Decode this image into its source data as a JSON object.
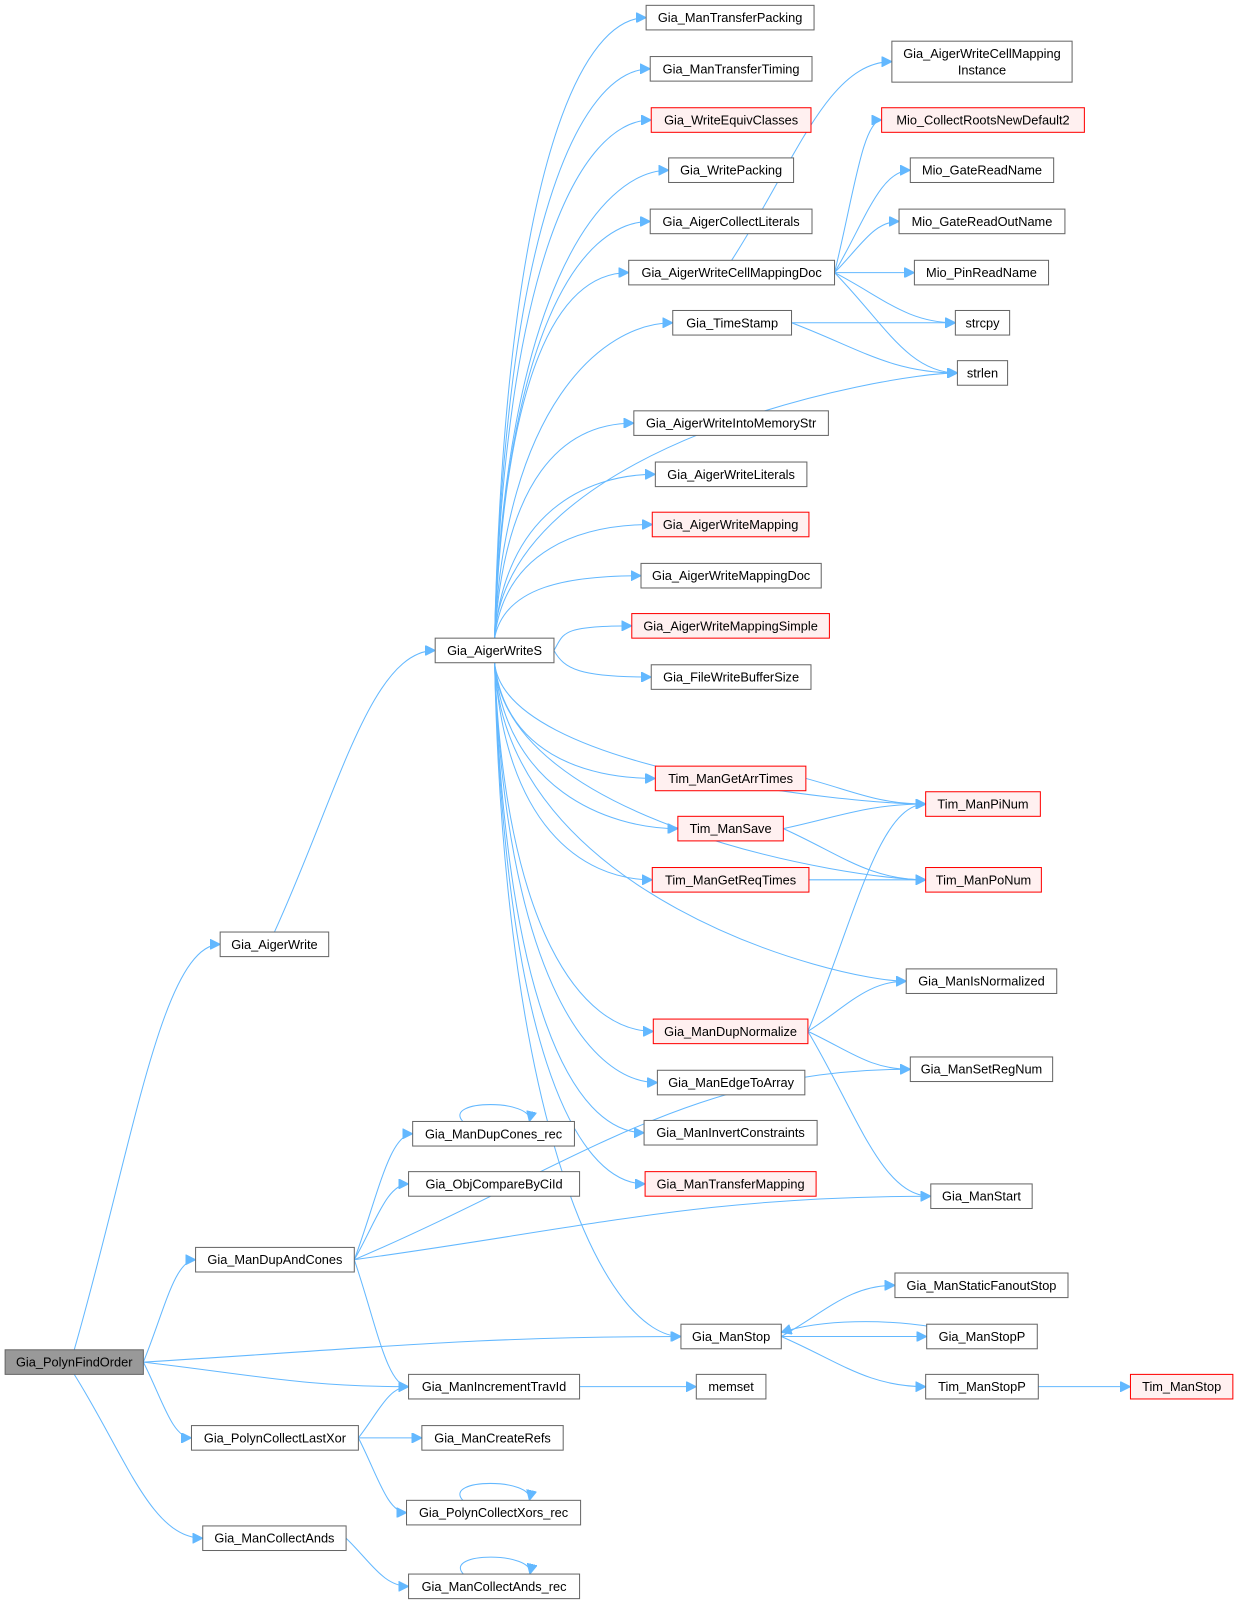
{
  "graph": {
    "nodes": {
      "polynFindOrder": {
        "label": "Gia_PolynFindOrder",
        "style": "root"
      },
      "aigerWrite": {
        "label": "Gia_AigerWrite",
        "style": "normal"
      },
      "manDupAndCones": {
        "label": "Gia_ManDupAndCones",
        "style": "normal"
      },
      "polynCollectLastXor": {
        "label": "Gia_PolynCollectLastXor",
        "style": "normal"
      },
      "manCollectAnds": {
        "label": "Gia_ManCollectAnds",
        "style": "normal"
      },
      "aigerWriteS": {
        "label": "Gia_AigerWriteS",
        "style": "normal"
      },
      "manDupConesRec": {
        "label": "Gia_ManDupCones_rec",
        "style": "normal"
      },
      "objCompareByCiId": {
        "label": "Gia_ObjCompareByCiId",
        "style": "normal"
      },
      "manIncrementTravId": {
        "label": "Gia_ManIncrementTravId",
        "style": "normal"
      },
      "manCreateRefs": {
        "label": "Gia_ManCreateRefs",
        "style": "normal"
      },
      "polynCollectXorsRec": {
        "label": "Gia_PolynCollectXors_rec",
        "style": "normal"
      },
      "manCollectAndsRec": {
        "label": "Gia_ManCollectAnds_rec",
        "style": "normal"
      },
      "manTransferPacking": {
        "label": "Gia_ManTransferPacking",
        "style": "normal"
      },
      "manTransferTiming": {
        "label": "Gia_ManTransferTiming",
        "style": "normal"
      },
      "writeEquivClasses": {
        "label": "Gia_WriteEquivClasses",
        "style": "red"
      },
      "writePacking": {
        "label": "Gia_WritePacking",
        "style": "normal"
      },
      "aigerCollectLiterals": {
        "label": "Gia_AigerCollectLiterals",
        "style": "normal"
      },
      "aigerWriteCellMappingDoc": {
        "label": "Gia_AigerWriteCellMappingDoc",
        "style": "normal"
      },
      "timeStamp": {
        "label": "Gia_TimeStamp",
        "style": "normal"
      },
      "aigerWriteIntoMemoryStr": {
        "label": "Gia_AigerWriteIntoMemoryStr",
        "style": "normal"
      },
      "aigerWriteLiterals": {
        "label": "Gia_AigerWriteLiterals",
        "style": "normal"
      },
      "aigerWriteMapping": {
        "label": "Gia_AigerWriteMapping",
        "style": "red"
      },
      "aigerWriteMappingDoc": {
        "label": "Gia_AigerWriteMappingDoc",
        "style": "normal"
      },
      "aigerWriteMappingSimple": {
        "label": "Gia_AigerWriteMappingSimple",
        "style": "red"
      },
      "fileWriteBufferSize": {
        "label": "Gia_FileWriteBufferSize",
        "style": "normal"
      },
      "timManGetArrTimes": {
        "label": "Tim_ManGetArrTimes",
        "style": "red"
      },
      "timManSave": {
        "label": "Tim_ManSave",
        "style": "red"
      },
      "timManGetReqTimes": {
        "label": "Tim_ManGetReqTimes",
        "style": "red"
      },
      "manDupNormalize": {
        "label": "Gia_ManDupNormalize",
        "style": "red"
      },
      "manEdgeToArray": {
        "label": "Gia_ManEdgeToArray",
        "style": "normal"
      },
      "manInvertConstraints": {
        "label": "Gia_ManInvertConstraints",
        "style": "normal"
      },
      "manTransferMapping": {
        "label": "Gia_ManTransferMapping",
        "style": "red"
      },
      "manStop": {
        "label": "Gia_ManStop",
        "style": "normal"
      },
      "memset": {
        "label": "memset",
        "style": "normal"
      },
      "cellMappingInstance": {
        "label": "Gia_AigerWriteCellMapping",
        "label2": "Instance",
        "style": "normal"
      },
      "mioCollectRoots": {
        "label": "Mio_CollectRootsNewDefault2",
        "style": "red"
      },
      "mioGateReadName": {
        "label": "Mio_GateReadName",
        "style": "normal"
      },
      "mioGateReadOutName": {
        "label": "Mio_GateReadOutName",
        "style": "normal"
      },
      "mioPinReadName": {
        "label": "Mio_PinReadName",
        "style": "normal"
      },
      "strcpy": {
        "label": "strcpy",
        "style": "normal"
      },
      "strlen": {
        "label": "strlen",
        "style": "normal"
      },
      "timManPiNum": {
        "label": "Tim_ManPiNum",
        "style": "red"
      },
      "timManPoNum": {
        "label": "Tim_ManPoNum",
        "style": "red"
      },
      "manIsNormalized": {
        "label": "Gia_ManIsNormalized",
        "style": "normal"
      },
      "manSetRegNum": {
        "label": "Gia_ManSetRegNum",
        "style": "normal"
      },
      "manStart": {
        "label": "Gia_ManStart",
        "style": "normal"
      },
      "manStaticFanoutStop": {
        "label": "Gia_ManStaticFanoutStop",
        "style": "normal"
      },
      "manStopP": {
        "label": "Gia_ManStopP",
        "style": "normal"
      },
      "timManStopP": {
        "label": "Tim_ManStopP",
        "style": "normal"
      },
      "timManStop": {
        "label": "Tim_ManStop",
        "style": "red"
      }
    },
    "edges": [
      [
        "polynFindOrder",
        "aigerWrite"
      ],
      [
        "polynFindOrder",
        "manDupAndCones"
      ],
      [
        "polynFindOrder",
        "manStop"
      ],
      [
        "polynFindOrder",
        "manIncrementTravId"
      ],
      [
        "polynFindOrder",
        "polynCollectLastXor"
      ],
      [
        "polynFindOrder",
        "manCollectAnds"
      ],
      [
        "aigerWrite",
        "aigerWriteS"
      ],
      [
        "manDupAndCones",
        "manDupConesRec"
      ],
      [
        "manDupAndCones",
        "objCompareByCiId"
      ],
      [
        "manDupAndCones",
        "manSetRegNum"
      ],
      [
        "manDupAndCones",
        "manStart"
      ],
      [
        "manDupAndCones",
        "manIncrementTravId"
      ],
      [
        "manDupConesRec",
        "manDupConesRec"
      ],
      [
        "polynCollectLastXor",
        "manIncrementTravId"
      ],
      [
        "polynCollectLastXor",
        "manCreateRefs"
      ],
      [
        "polynCollectLastXor",
        "polynCollectXorsRec"
      ],
      [
        "polynCollectXorsRec",
        "polynCollectXorsRec"
      ],
      [
        "manCollectAnds",
        "manCollectAndsRec"
      ],
      [
        "manCollectAndsRec",
        "manCollectAndsRec"
      ],
      [
        "manIncrementTravId",
        "memset"
      ],
      [
        "aigerWriteS",
        "manTransferPacking"
      ],
      [
        "aigerWriteS",
        "manTransferTiming"
      ],
      [
        "aigerWriteS",
        "writeEquivClasses"
      ],
      [
        "aigerWriteS",
        "writePacking"
      ],
      [
        "aigerWriteS",
        "aigerCollectLiterals"
      ],
      [
        "aigerWriteS",
        "aigerWriteCellMappingDoc"
      ],
      [
        "aigerWriteS",
        "timeStamp"
      ],
      [
        "aigerWriteS",
        "strlen"
      ],
      [
        "aigerWriteS",
        "aigerWriteIntoMemoryStr"
      ],
      [
        "aigerWriteS",
        "aigerWriteLiterals"
      ],
      [
        "aigerWriteS",
        "aigerWriteMapping"
      ],
      [
        "aigerWriteS",
        "aigerWriteMappingDoc"
      ],
      [
        "aigerWriteS",
        "aigerWriteMappingSimple"
      ],
      [
        "aigerWriteS",
        "fileWriteBufferSize"
      ],
      [
        "aigerWriteS",
        "timManPiNum"
      ],
      [
        "aigerWriteS",
        "timManGetArrTimes"
      ],
      [
        "aigerWriteS",
        "timManSave"
      ],
      [
        "aigerWriteS",
        "timManGetReqTimes"
      ],
      [
        "aigerWriteS",
        "timManPoNum"
      ],
      [
        "aigerWriteS",
        "manIsNormalized"
      ],
      [
        "aigerWriteS",
        "manDupNormalize"
      ],
      [
        "aigerWriteS",
        "manEdgeToArray"
      ],
      [
        "aigerWriteS",
        "manInvertConstraints"
      ],
      [
        "aigerWriteS",
        "manTransferMapping"
      ],
      [
        "aigerWriteS",
        "manStop"
      ],
      [
        "aigerWriteCellMappingDoc",
        "cellMappingInstance"
      ],
      [
        "aigerWriteCellMappingDoc",
        "mioCollectRoots"
      ],
      [
        "aigerWriteCellMappingDoc",
        "mioGateReadName"
      ],
      [
        "aigerWriteCellMappingDoc",
        "mioGateReadOutName"
      ],
      [
        "aigerWriteCellMappingDoc",
        "mioPinReadName"
      ],
      [
        "aigerWriteCellMappingDoc",
        "strcpy"
      ],
      [
        "aigerWriteCellMappingDoc",
        "strlen"
      ],
      [
        "timeStamp",
        "strcpy"
      ],
      [
        "timeStamp",
        "strlen"
      ],
      [
        "timManGetArrTimes",
        "timManPiNum"
      ],
      [
        "timManSave",
        "timManPiNum"
      ],
      [
        "timManSave",
        "timManPoNum"
      ],
      [
        "timManGetReqTimes",
        "timManPoNum"
      ],
      [
        "manDupNormalize",
        "timManPiNum"
      ],
      [
        "manDupNormalize",
        "manIsNormalized"
      ],
      [
        "manDupNormalize",
        "manSetRegNum"
      ],
      [
        "manDupNormalize",
        "manStart"
      ],
      [
        "manStop",
        "manStaticFanoutStop"
      ],
      [
        "manStop",
        "manStopP"
      ],
      [
        "manStopP",
        "manStop"
      ],
      [
        "manStop",
        "timManStopP"
      ],
      [
        "timManStopP",
        "timManStop"
      ]
    ],
    "colors": {
      "edge": "#63b8ff",
      "root_fill": "#999999",
      "red_border": "#ff0000",
      "red_fill": "#fff0f0"
    }
  }
}
